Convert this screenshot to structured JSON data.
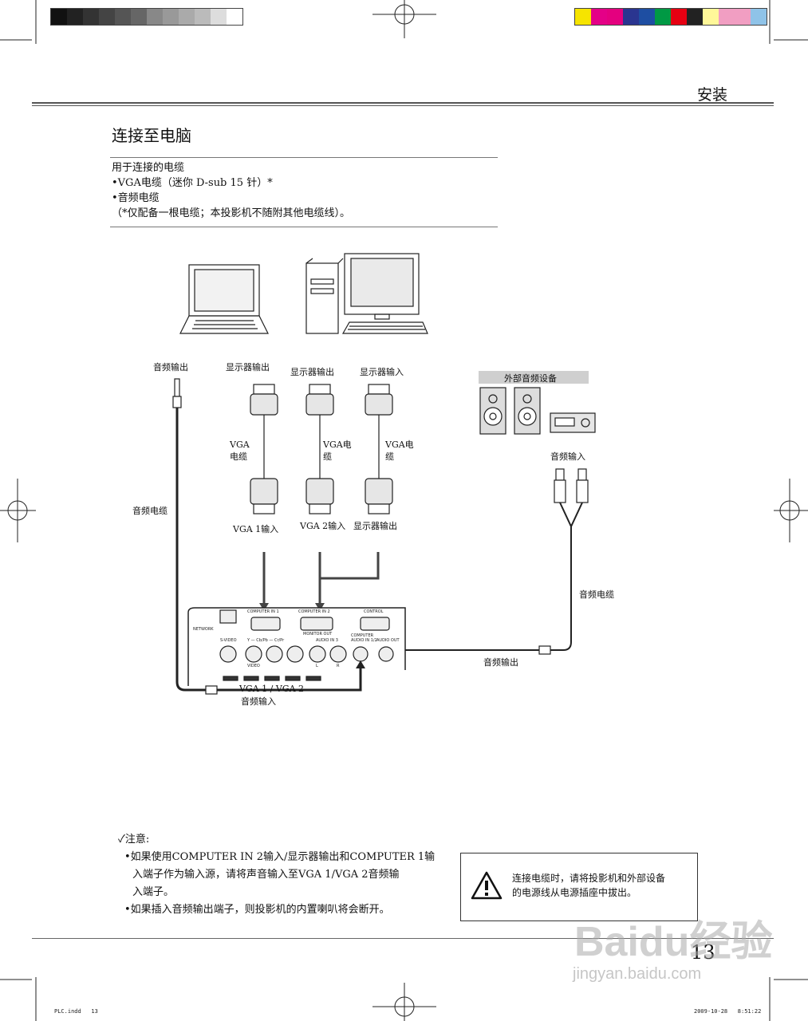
{
  "color_bar_gray": [
    "#111111",
    "#222222",
    "#333333",
    "#444444",
    "#555555",
    "#666666",
    "#888888",
    "#999999",
    "#aaaaaa",
    "#bbbbbb",
    "#dddddd",
    "#ffffff"
  ],
  "color_bar_color": [
    "#f6e400",
    "#e40087",
    "#e4007f",
    "#2a3590",
    "#1e4ea2",
    "#009944",
    "#e60012",
    "#222222",
    "#fff799",
    "#f19ec2",
    "#f19ec2",
    "#8fc3e8"
  ],
  "header": {
    "section": "安装"
  },
  "page": {
    "title": "连接至电脑",
    "cables": {
      "heading": "用于连接的电缆",
      "lines": [
        "•VGA电缆（迷你 D-sub 15 针）*",
        "•音频电缆",
        "（*仅配备一根电缆；本投影机不随附其他电缆线）。"
      ]
    }
  },
  "diagram": {
    "labels": {
      "audio_out_top": "音频输出",
      "monitor_out_1": "显示器输出",
      "monitor_out_2": "显示器输出",
      "monitor_in": "显示器输入",
      "ext_audio": "外部音频设备",
      "vga_cable_1": "VGA\n电缆",
      "vga_cable_2": "VGA电\n缆",
      "vga_cable_3": "VGA电\n缆",
      "audio_in_right": "音频输入",
      "audio_cable_left": "音频电缆",
      "vga1_in": "VGA 1输入",
      "vga2_in": "VGA 2输入",
      "monitor_out_bottom": "显示器输出",
      "audio_cable_right": "音频电缆",
      "audio_out_bottom": "音频输出",
      "vga_audio_in_1": "VGA 1 / VGA 2",
      "vga_audio_in_2": "音频输入"
    },
    "panel": {
      "network": "NETWORK",
      "computer_in_1": "COMPUTER IN 1",
      "computer_in_2": "COMPUTER IN 2",
      "monitor_out": "MONITOR OUT",
      "control": "CONTROL",
      "s_video": "S-VIDEO",
      "component": "Y — Cb/Pb — Cr/Pr",
      "audio_in_3": "AUDIO IN 3",
      "computer_audio": "COMPUTER",
      "audio_in_12": "AUDIO IN 1/2",
      "audio_out": "AUDIO OUT",
      "video": "VIDEO",
      "l": "L",
      "r": "R"
    }
  },
  "notes": {
    "heading": "✓注意:",
    "lines": [
      "•如果使用COMPUTER IN 2输入/显示器输出和COMPUTER 1输",
      "入端子作为输入源，请将声音输入至VGA 1/VGA 2音频输",
      "入端子。",
      "•如果插入音频输出端子，则投影机的内置喇叭将会断开。"
    ]
  },
  "warning": {
    "line1": "连接电缆时，请将投影机和外部设备",
    "line2": "的电源线从电源插座中拔出。"
  },
  "page_number": "13",
  "watermark": {
    "brand": "Baidu经验",
    "url": "jingyan.baidu.com"
  },
  "footer": {
    "left": "PLC.indd   13",
    "right": "2009-10-28   8:51:22"
  }
}
